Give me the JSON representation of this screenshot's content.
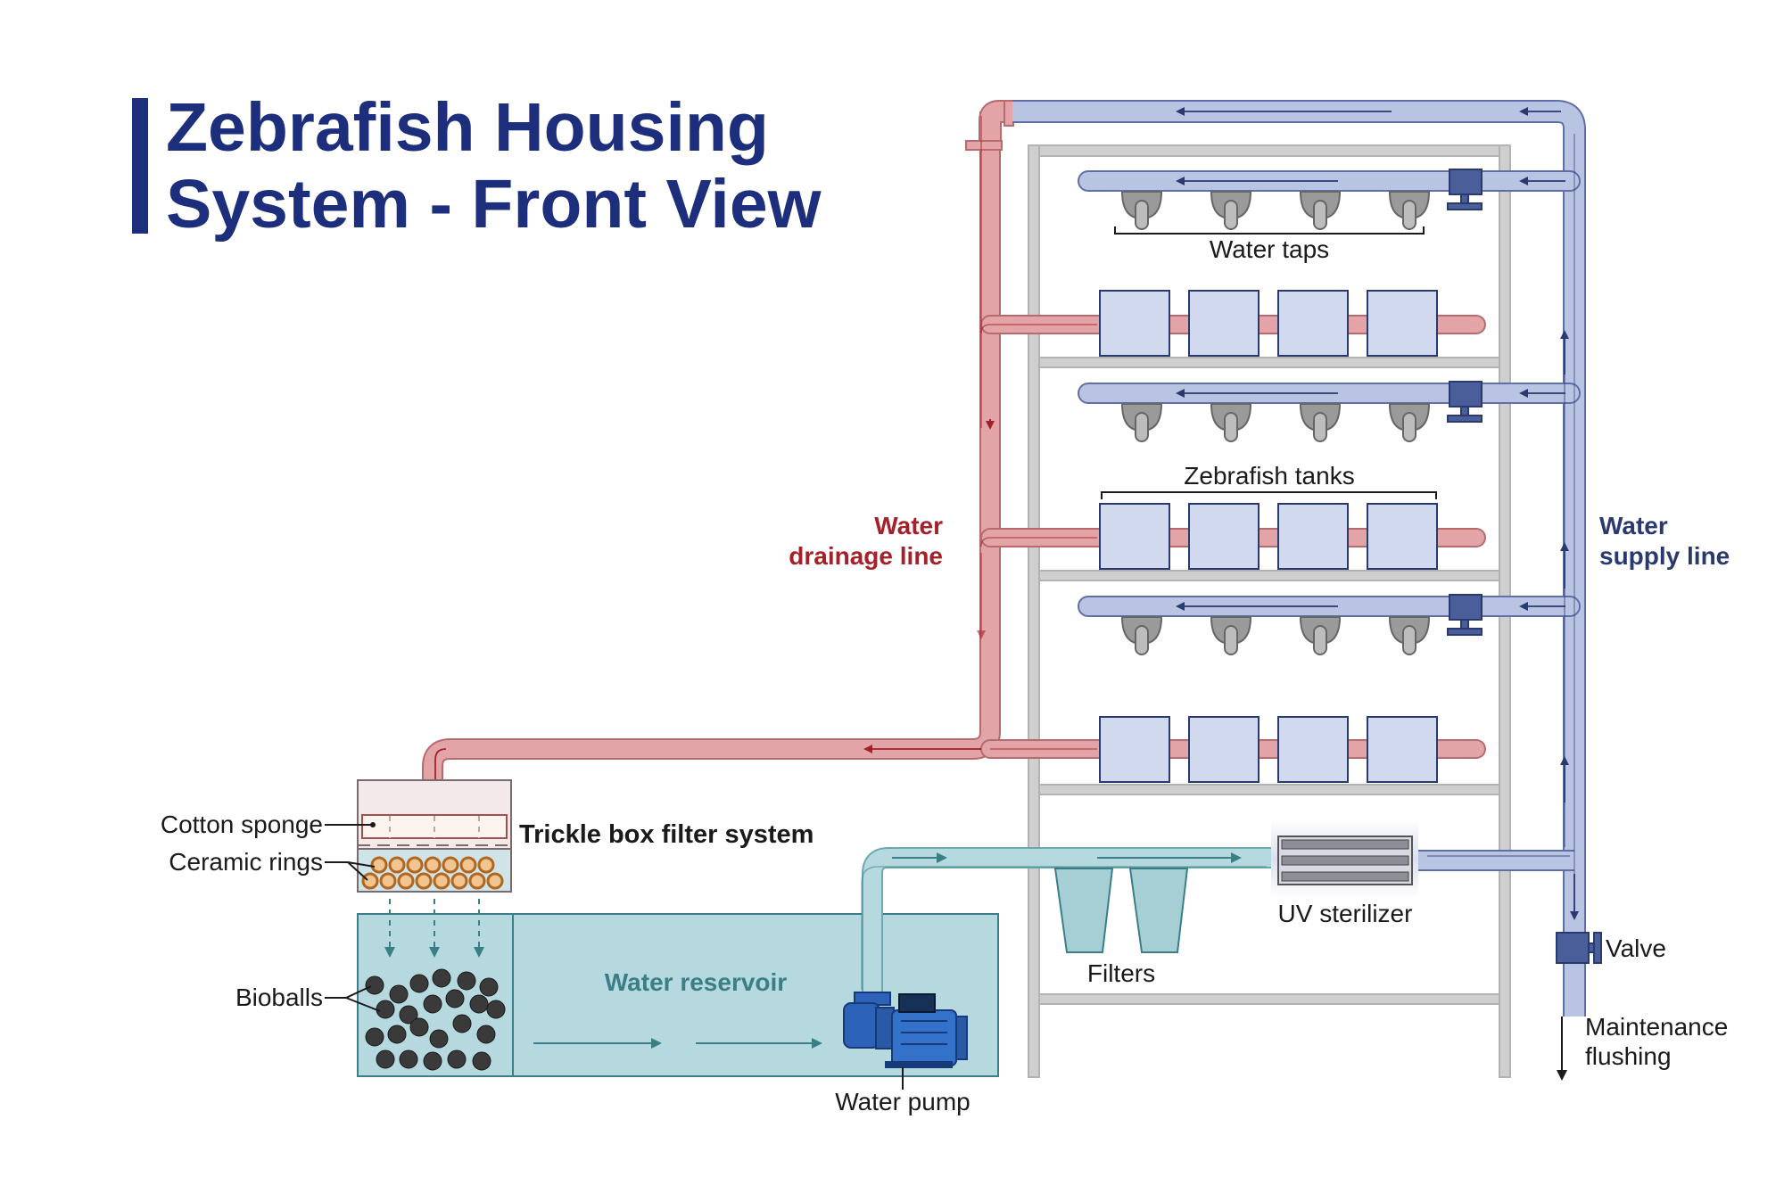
{
  "title": {
    "line1": "Zebrafish Housing",
    "line2": "System - Front View"
  },
  "labels": {
    "water_taps": "Water taps",
    "zebrafish_tanks": "Zebrafish tanks",
    "drainage_line_1": "Water",
    "drainage_line_2": "drainage line",
    "supply_line_1": "Water",
    "supply_line_2": "supply line",
    "cotton_sponge": "Cotton sponge",
    "ceramic_rings": "Ceramic rings",
    "trickle_box": "Trickle box filter system",
    "bioballs": "Bioballs",
    "water_reservoir": "Water reservoir",
    "water_pump": "Water pump",
    "filters": "Filters",
    "uv_sterilizer": "UV sterilizer",
    "valve": "Valve",
    "maintenance_1": "Maintenance",
    "maintenance_2": "flushing"
  },
  "colors": {
    "title": "#1d2f7c",
    "drain_pipe": "#e3a4a7",
    "drain_label": "#a3222a",
    "supply_pipe": "#b9c4e2",
    "supply_label": "#2b3a6e",
    "reservoir_water": "#b5d9df",
    "reservoir_label": "#3b7f86",
    "tank_fill": "#d0d9ee",
    "rack": "#c9c9c9"
  },
  "icons": [
    "water-tap-icon",
    "zebrafish-tank-icon",
    "water-pump-icon",
    "uv-sterilizer-icon",
    "valve-icon",
    "bioball-icon",
    "ceramic-ring-icon",
    "filter-cone-icon"
  ]
}
